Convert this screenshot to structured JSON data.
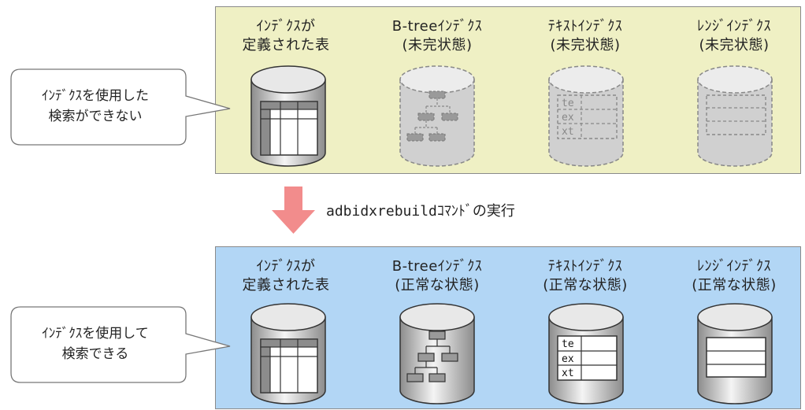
{
  "top_state": {
    "callout": "ｲﾝﾃﾞｸｽを使用した\n検索ができない",
    "columns": [
      {
        "label": "ｲﾝﾃﾞｸｽが\n定義された表"
      },
      {
        "label": "B-treeｲﾝﾃﾞｸｽ\n(未完状態)"
      },
      {
        "label": "ﾃｷｽﾄｲﾝﾃﾞｸｽ\n(未完状態)"
      },
      {
        "label": "ﾚﾝｼﾞｲﾝﾃﾞｸｽ\n(未完状態)"
      }
    ]
  },
  "command": "adbidxrebuildｺﾏﾝﾄﾞの実行",
  "bottom_state": {
    "callout": "ｲﾝﾃﾞｸｽを使用して\n検索できる",
    "columns": [
      {
        "label": "ｲﾝﾃﾞｸｽが\n定義された表"
      },
      {
        "label": "B-treeｲﾝﾃﾞｸｽ\n(正常な状態)"
      },
      {
        "label": "ﾃｷｽﾄｲﾝﾃﾞｸｽ\n(正常な状態)"
      },
      {
        "label": "ﾚﾝｼﾞｲﾝﾃﾞｸｽ\n(正常な状態)"
      }
    ]
  },
  "text_index_cells": [
    "te",
    "ex",
    "xt"
  ],
  "colors": {
    "top_panel": "#eff0c4",
    "bottom_panel": "#b2d6f5",
    "arrow": "#f28c8c",
    "cylinder_dark": "#8c8c8c",
    "cylinder_light": "#e6e6e6"
  }
}
